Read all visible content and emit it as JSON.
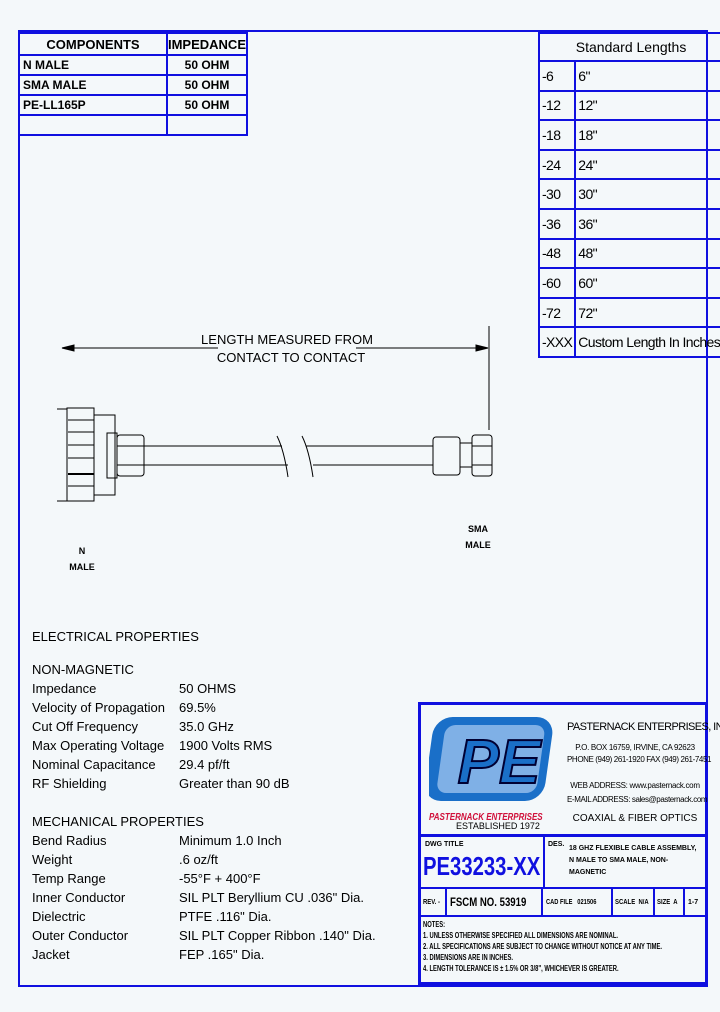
{
  "components": {
    "headers": [
      "COMPONENTS",
      "IMPEDANCE"
    ],
    "rows": [
      [
        "N MALE",
        "50 OHM"
      ],
      [
        "SMA MALE",
        "50 OHM"
      ],
      [
        "PE-LL165P",
        "50 OHM"
      ],
      [
        "",
        ""
      ]
    ]
  },
  "standard_lengths": {
    "title": "Standard Lengths",
    "rows": [
      [
        "-6",
        "6\""
      ],
      [
        "-12",
        "12\""
      ],
      [
        "-18",
        "18\""
      ],
      [
        "-24",
        "24\""
      ],
      [
        "-30",
        "30\""
      ],
      [
        "-36",
        "36\""
      ],
      [
        "-48",
        "48\""
      ],
      [
        "-60",
        "60\""
      ],
      [
        "-72",
        "72\""
      ],
      [
        "-XXX",
        "Custom Length In Inches"
      ]
    ]
  },
  "drawing": {
    "dim_line1": "LENGTH MEASURED FROM",
    "dim_line2": "CONTACT TO CONTACT",
    "left_label1": "N",
    "left_label2": "MALE",
    "right_label1": "SMA",
    "right_label2": "MALE"
  },
  "electrical": {
    "title": "ELECTRICAL PROPERTIES",
    "subtitle": "NON-MAGNETIC",
    "rows": [
      [
        "Impedance",
        "50 OHMS"
      ],
      [
        "Velocity of Propagation",
        "69.5%"
      ],
      [
        "Cut Off Frequency",
        "35.0 GHz"
      ],
      [
        "Max Operating Voltage",
        "1900 Volts RMS"
      ],
      [
        "Nominal Capacitance",
        "29.4 pf/ft"
      ],
      [
        "RF Shielding",
        "Greater than 90 dB"
      ]
    ]
  },
  "mechanical": {
    "title": "MECHANICAL PROPERTIES",
    "rows": [
      [
        "Bend Radius",
        "Minimum 1.0 Inch"
      ],
      [
        "Weight",
        ".6 oz/ft"
      ],
      [
        "Temp Range",
        "-55°F + 400°F"
      ],
      [
        "Inner Conductor",
        "SIL PLT Beryllium CU .036\" Dia."
      ],
      [
        "Dielectric",
        "PTFE .116\" Dia."
      ],
      [
        "Outer Conductor",
        "SIL PLT Copper Ribbon .140\" Dia."
      ],
      [
        "Jacket",
        "FEP .165\" Dia."
      ]
    ]
  },
  "company": {
    "logo": "PE",
    "logo_name": "PASTERNACK ENTERPRISES",
    "established": "ESTABLISHED 1972",
    "name": "PASTERNACK ENTERPRISES, INC.",
    "address": "P.O. BOX 16759, IRVINE, CA 92623",
    "phone": "PHONE (949) 261-1920 FAX (949) 261-7451",
    "web": "WEB ADDRESS: www.pasternack.com",
    "email": "E-MAIL ADDRESS: sales@pasternack.com",
    "tagline": "COAXIAL & FIBER OPTICS"
  },
  "title_block": {
    "dwg_title_label": "DWG TITLE",
    "part_number": "PE33233-XX",
    "des_label": "DES.",
    "description": "18 GHZ FLEXIBLE CABLE ASSEMBLY, N MALE TO SMA MALE, NON-MAGNETIC",
    "rev": "REV. -",
    "fscm": "FSCM NO. 53919",
    "cad_file": "CAD FILE   021506",
    "scale": "SCALE  N/A",
    "size": "SIZE  A",
    "sheet": "1-7"
  },
  "notes": {
    "title": "NOTES:",
    "items": [
      "1. UNLESS OTHERWISE SPECIFIED ALL DIMENSIONS ARE NOMINAL.",
      "2. ALL SPECIFICATIONS ARE SUBJECT TO CHANGE WITHOUT NOTICE AT ANY TIME.",
      "3. DIMENSIONS ARE IN INCHES.",
      "4. LENGTH TOLERANCE IS ± 1.5% OR 3/8\", WHICHEVER IS GREATER."
    ]
  },
  "colors": {
    "border": "#1010e0",
    "logo_blue": "#1a6fc8",
    "logo_red": "#d0103a"
  }
}
